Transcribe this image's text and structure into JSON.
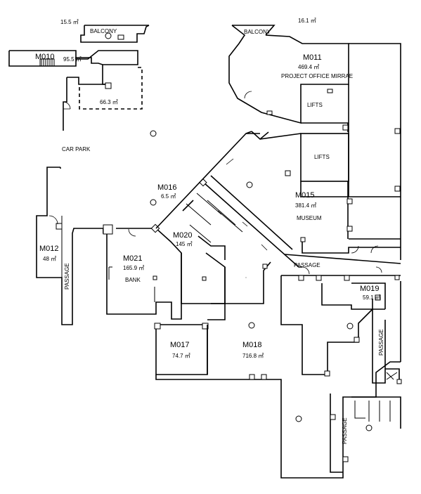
{
  "rooms": {
    "M010": {
      "code": "M010",
      "area": "95.5 ㎡"
    },
    "M011": {
      "code": "M011",
      "area": "469.4 ㎡",
      "name": "PROJECT OFFICE MIRRAE"
    },
    "M012": {
      "code": "M012",
      "area": "48 ㎡"
    },
    "M015": {
      "code": "M015",
      "area": "381.4 ㎡",
      "name": "MUSEUM"
    },
    "M016": {
      "code": "M016",
      "area": "6.5 ㎡"
    },
    "M017": {
      "code": "M017",
      "area": "74.7 ㎡"
    },
    "M018": {
      "code": "M018",
      "area": "716.8 ㎡"
    },
    "M019": {
      "code": "M019",
      "area": "59.1 ㎡"
    },
    "M020": {
      "code": "M020",
      "area": "145 ㎡"
    },
    "M021": {
      "code": "M021",
      "area": "165.9 ㎡",
      "name": "BANK"
    }
  },
  "balconies": [
    {
      "label": "BALCONY",
      "area": "15.5 ㎡"
    },
    {
      "label": "BALCONY",
      "area": "16.1 ㎡"
    }
  ],
  "unlabeled_areas": [
    "66.3 ㎡"
  ],
  "zones": {
    "car_park": "CAR PARK",
    "lifts_upper": "LIFTS",
    "lifts_lower": "LIFTS",
    "passage_left": "PASSAGE",
    "passage_center": "PASSAGE",
    "passage_right": "PASSAGE",
    "passage_bottom": "PASSAGE"
  }
}
